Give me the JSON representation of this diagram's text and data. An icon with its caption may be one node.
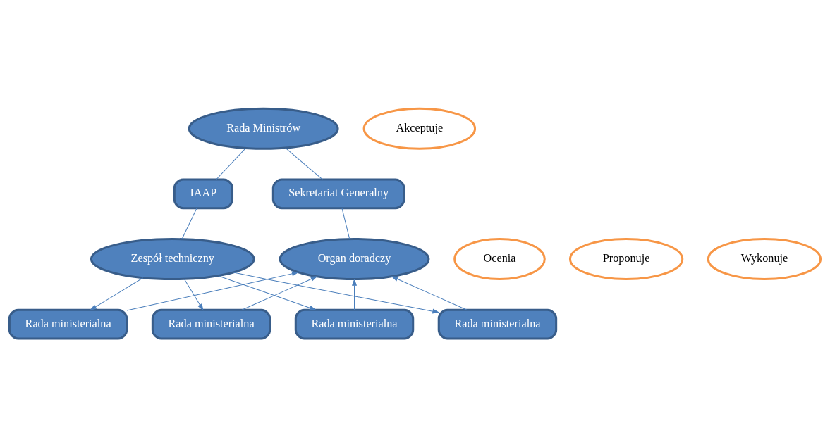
{
  "diagram": {
    "nodes": [
      {
        "text": [
          "Rada Ministrów"
        ]
      },
      {
        "text": [
          "Akceptuje"
        ]
      },
      {
        "text": [
          "Sekretariat Generalny"
        ]
      },
      {
        "text": [
          "IAAP"
        ]
      },
      {
        "text": [
          "Organ doradczy"
        ]
      },
      {
        "text": [
          "Proponuje"
        ]
      },
      {
        "text": [
          "Zespół techniczny"
        ]
      },
      {
        "text": [
          "Ocenia"
        ]
      },
      {
        "text": [
          "Rada ministerialna"
        ]
      },
      {
        "text": [
          "Rada ministerialna"
        ]
      },
      {
        "text": [
          "Rada ministerialna"
        ]
      },
      {
        "text": [
          "Rada ministerialna"
        ]
      },
      {
        "text": [
          "Wykonuje"
        ]
      }
    ],
    "edges": [
      {
        "from": 0,
        "to": 2,
        "arrow": "none"
      },
      {
        "from": 0,
        "to": 3,
        "arrow": "none"
      },
      {
        "from": 2,
        "to": 4,
        "arrow": "none"
      },
      {
        "from": 3,
        "to": 6,
        "arrow": "none"
      },
      {
        "from": 8,
        "to": 4,
        "arrow": "to"
      },
      {
        "from": 9,
        "to": 4,
        "arrow": "to"
      },
      {
        "from": 10,
        "to": 4,
        "arrow": "to"
      },
      {
        "from": 11,
        "to": 4,
        "arrow": "to"
      },
      {
        "from": 6,
        "to": 8,
        "arrow": "to"
      },
      {
        "from": 6,
        "to": 9,
        "arrow": "to"
      },
      {
        "from": 6,
        "to": 10,
        "arrow": "to"
      },
      {
        "from": 6,
        "to": 11,
        "arrow": "to"
      }
    ]
  }
}
